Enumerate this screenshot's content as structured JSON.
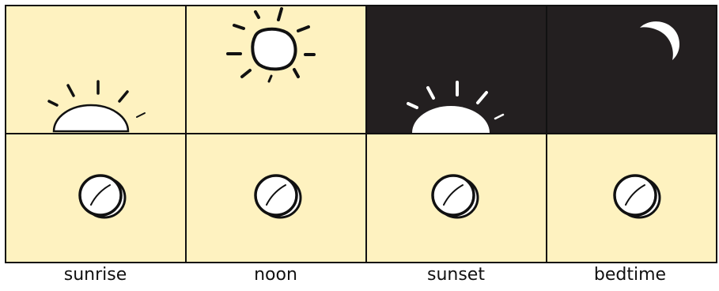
{
  "colors": {
    "day": "#FEF2C0",
    "night": "#231F20",
    "outline": "#111111",
    "sun": "#FFFFFF"
  },
  "labels": [
    "sunrise",
    "noon",
    "sunset",
    "bedtime"
  ],
  "panels": [
    {
      "sky": "day",
      "icon": "rising-sun-icon"
    },
    {
      "sky": "day",
      "icon": "sun-icon"
    },
    {
      "sky": "night",
      "icon": "setting-sun-icon"
    },
    {
      "sky": "night",
      "icon": "moon-icon"
    }
  ],
  "pills": [
    "pill-icon",
    "pill-icon",
    "pill-icon",
    "pill-icon"
  ]
}
